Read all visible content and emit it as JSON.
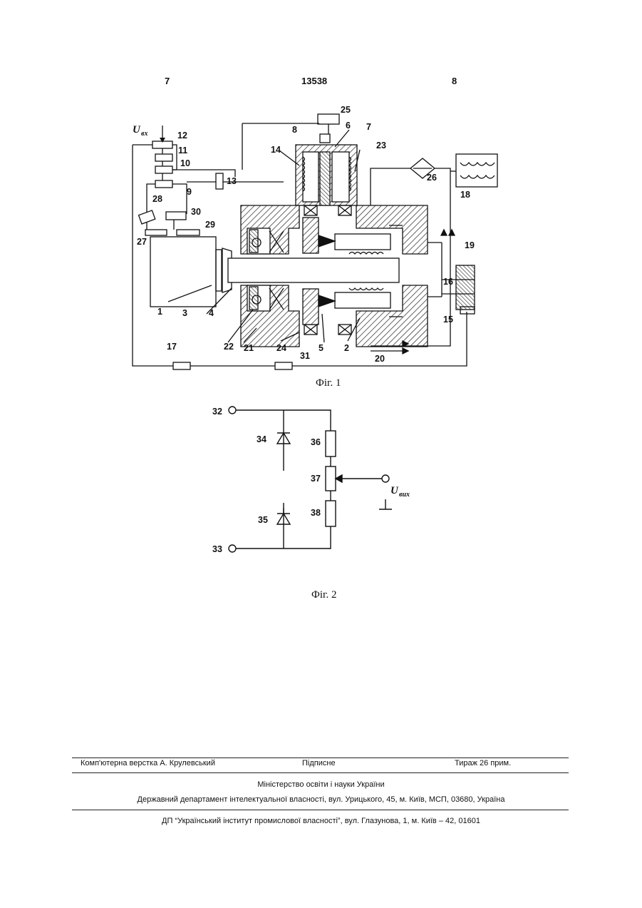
{
  "header": {
    "left_page": "7",
    "patent_number": "13538",
    "right_page": "8"
  },
  "figure1": {
    "caption": "Фіг. 1",
    "input_label_u": "U",
    "input_label_sub": "вх",
    "labels": [
      "1",
      "2",
      "3",
      "4",
      "5",
      "6",
      "7",
      "8",
      "9",
      "10",
      "11",
      "12",
      "13",
      "14",
      "15",
      "16",
      "17",
      "18",
      "19",
      "20",
      "21",
      "22",
      "23",
      "24",
      "25",
      "26",
      "27",
      "28",
      "29",
      "30",
      "31"
    ]
  },
  "figure2": {
    "caption": "Фіг. 2",
    "terminals": {
      "top": "32",
      "bottom": "33"
    },
    "diodes": [
      "34",
      "35"
    ],
    "resistors": [
      "36",
      "37",
      "38"
    ],
    "output_label_u": "U",
    "output_label_sub": "вих"
  },
  "footer": {
    "typesetter": "Комп'ютерна верстка А. Крулевський",
    "signed": "Підписне",
    "circulation": "Тираж 26 прим.",
    "ministry": "Міністерство освіти і науки України",
    "department": "Державний департамент інтелектуальної власності, вул. Урицького, 45, м. Київ, МСП, 03680, Україна",
    "institute": "ДП “Український інститут промислової власності”, вул. Глазунова, 1, м. Київ – 42, 01601"
  }
}
